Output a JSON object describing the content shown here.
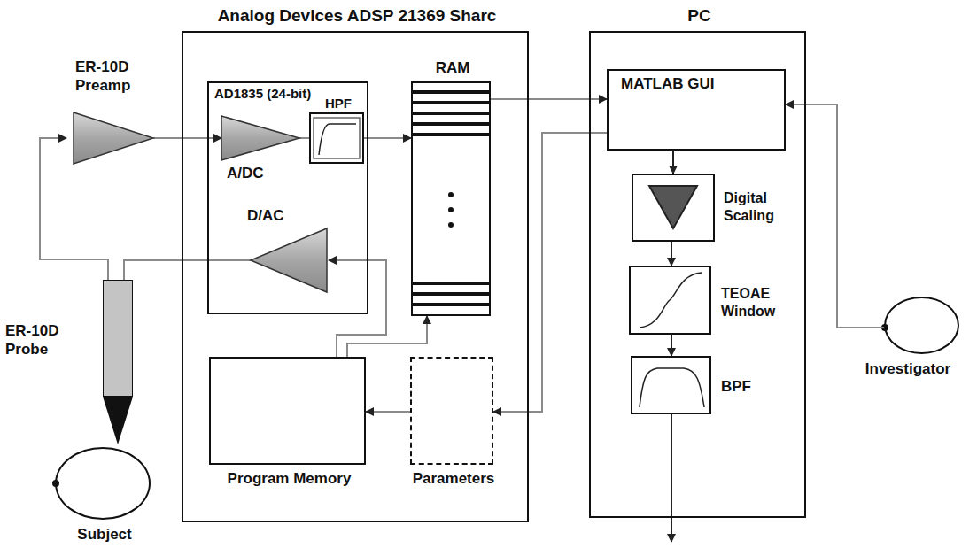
{
  "diagram": {
    "nodes": [
      {
        "text": [
          "ER-10D Preamp"
        ]
      },
      {
        "text": [
          "Analog Devices ADSP 21369 Sharc"
        ]
      },
      {
        "text": [
          "AD1835 (24-bit)"
        ],
        "in": 1
      },
      {
        "text": [
          "A/DC"
        ],
        "in": 2
      },
      {
        "text": [
          "HPF"
        ],
        "in": 2
      },
      {
        "text": [
          "RAM"
        ],
        "in": 1
      },
      {
        "text": [
          "D/AC"
        ],
        "in": 2
      },
      {
        "text": [
          "ER-10D Probe"
        ]
      },
      {
        "text": [
          "Subject"
        ]
      },
      {
        "text": [
          "Program Memory"
        ],
        "in": 1
      },
      {
        "text": [
          "Parameters"
        ],
        "in": 1
      },
      {
        "text": [
          "PC"
        ]
      },
      {
        "text": [
          "MATLAB GUI"
        ],
        "in": 11
      },
      {
        "text": [
          "Digital Scaling"
        ],
        "in": 11
      },
      {
        "text": [
          "TEOAE Window"
        ],
        "in": 11
      },
      {
        "text": [
          "BPF"
        ],
        "in": 11
      },
      {
        "text": [
          "Investigator"
        ]
      }
    ],
    "edges": [
      {
        "from": 7,
        "to": 0,
        "arrow": "to"
      },
      {
        "from": 0,
        "to": 3,
        "arrow": "to"
      },
      {
        "from": 3,
        "to": 4,
        "arrow": "none"
      },
      {
        "from": 4,
        "to": 5,
        "arrow": "to"
      },
      {
        "from": 5,
        "to": 12,
        "arrow": "to"
      },
      {
        "from": 12,
        "to": 10,
        "arrow": "to"
      },
      {
        "from": 10,
        "to": 9,
        "arrow": "to"
      },
      {
        "from": 9,
        "to": 5,
        "arrow": "to"
      },
      {
        "from": 9,
        "to": 6,
        "arrow": "to"
      },
      {
        "from": 6,
        "to": 7,
        "arrow": "none"
      },
      {
        "from": 12,
        "to": 13,
        "arrow": "to"
      },
      {
        "from": 13,
        "to": 14,
        "arrow": "to"
      },
      {
        "from": 14,
        "to": 15,
        "arrow": "to"
      },
      {
        "from": 16,
        "to": 12,
        "arrow": "to"
      }
    ]
  }
}
